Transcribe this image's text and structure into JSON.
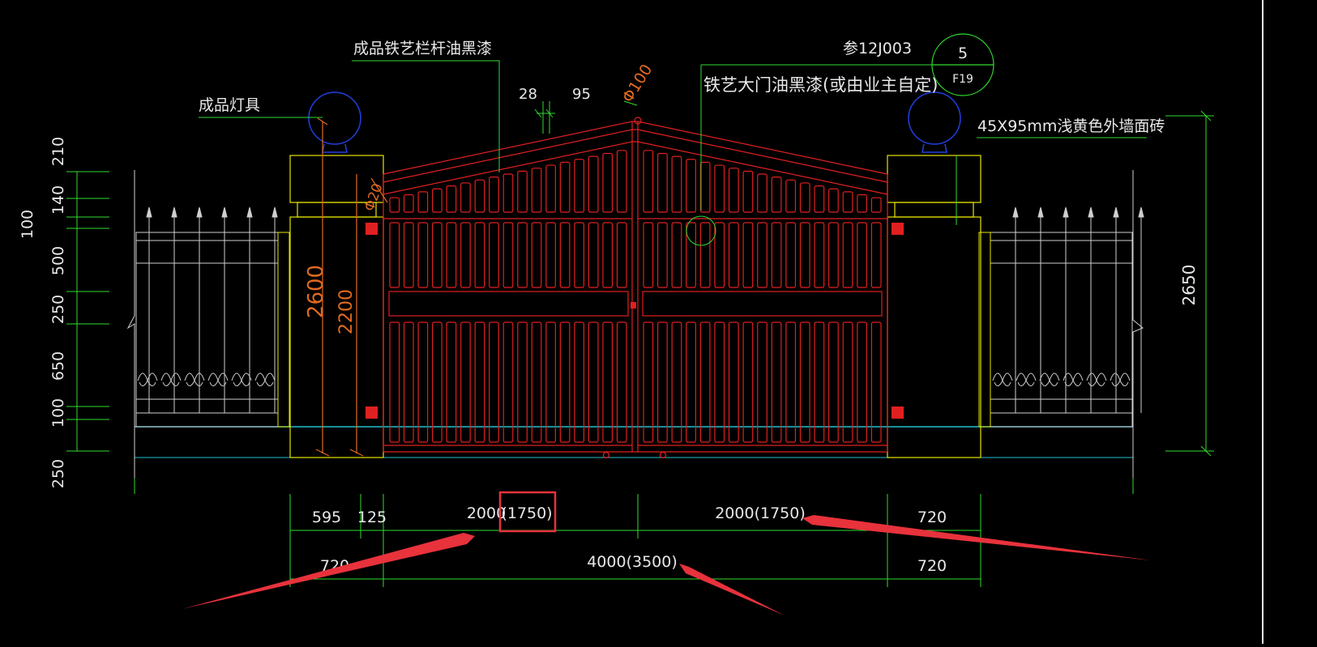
{
  "colors": {
    "background": "#000000",
    "dimension": "#2fdc2f",
    "gate": "#e02020",
    "pillar": "#e6e600",
    "fence": "#cfcfcf",
    "lamp": "#2040e0",
    "leader": "#2fdc2f",
    "accent_orange": "#e06a20",
    "ground": "#20c0d0",
    "annotation_arrow": "#e8323c",
    "highlight_box": "#e8323c",
    "text": "#e8e8e8"
  },
  "labels": {
    "fence_note": "成品铁艺栏杆油黑漆",
    "lamp_note": "成品灯具",
    "ref_note": "参12J003",
    "gate_note": "铁艺大门油黑漆(或由业主自定)",
    "tile_note": "45X95mm浅黄色外墙面砖",
    "detail_number": "5",
    "detail_sheet": "F19",
    "dia_100": "Φ100",
    "dia_20": "Φ20",
    "dim_28": "28",
    "dim_95": "95"
  },
  "left_dims": [
    "210",
    "140",
    "100",
    "500",
    "250",
    "650",
    "100",
    "250"
  ],
  "right_dim": "2650",
  "heights": {
    "h2600": "2600",
    "h2200": "2200"
  },
  "bottom_dims": {
    "d595": "595",
    "d125": "125",
    "leaf_left_prefix": "2000",
    "leaf_left_paren": "(1750)",
    "leaf_right": "2000(1750)",
    "left720": "720",
    "right720_top": "720",
    "right720_bottom": "720",
    "total": "4000(3500)"
  }
}
